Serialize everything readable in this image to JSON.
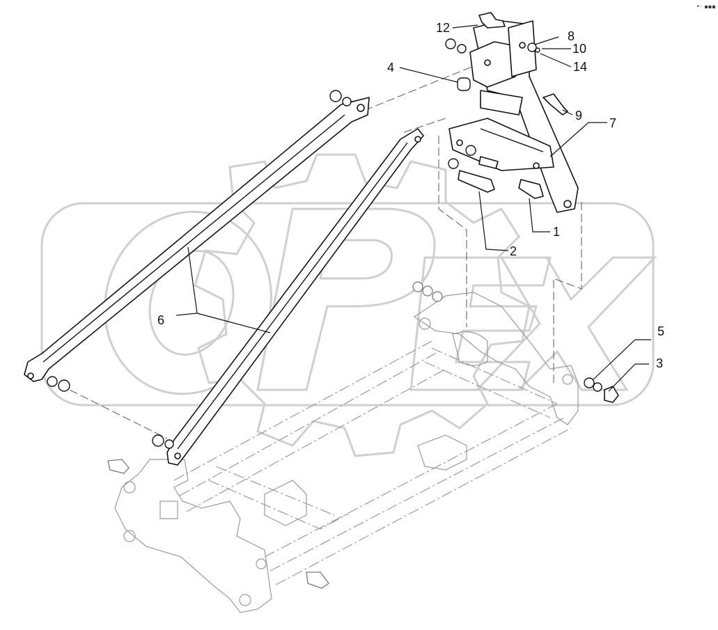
{
  "corner_mark": "•⁻ ▪▪▪",
  "callouts": [
    {
      "id": "1",
      "text": "1"
    },
    {
      "id": "2",
      "text": "2"
    },
    {
      "id": "3",
      "text": "3"
    },
    {
      "id": "4",
      "text": "4"
    },
    {
      "id": "5",
      "text": "5"
    },
    {
      "id": "6",
      "text": "6"
    },
    {
      "id": "7",
      "text": "7"
    },
    {
      "id": "8",
      "text": "8"
    },
    {
      "id": "9",
      "text": "9"
    },
    {
      "id": "10",
      "text": "10"
    },
    {
      "id": "12",
      "text": "12"
    },
    {
      "id": "14",
      "text": "14"
    }
  ],
  "watermark": "OPEX"
}
